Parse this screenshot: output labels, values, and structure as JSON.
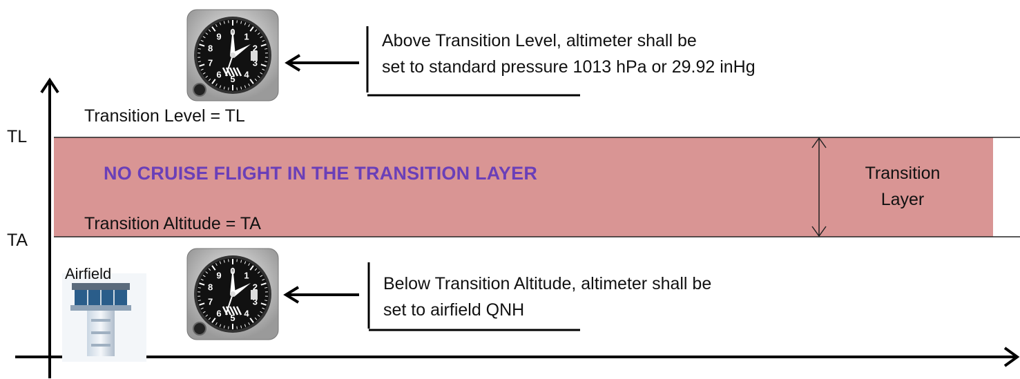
{
  "axis": {
    "tl_label": "TL",
    "ta_label": "TA"
  },
  "levels": {
    "transition_level": "Transition Level = TL",
    "transition_altitude": "Transition Altitude = TA"
  },
  "layer": {
    "banner": "NO CRUISE FLIGHT IN THE TRANSITION LAYER",
    "label_line1": "Transition",
    "label_line2": "Layer",
    "fill_color": "#d99594",
    "banner_color": "#6a3fb8"
  },
  "callouts": {
    "above_line1": "Above Transition Level, altimeter shall be",
    "above_line2": "set to standard pressure 1013 hPa or 29.92 inHg",
    "below_line1": "Below Transition Altitude, altimeter shall be",
    "below_line2": "set to airfield QNH"
  },
  "airfield": {
    "label": "Airfield",
    "icon": "control-tower-icon"
  },
  "gauges": {
    "icon": "altimeter-gauge-icon",
    "numbers": [
      "0",
      "1",
      "2",
      "3",
      "4",
      "5",
      "6",
      "7",
      "8",
      "9"
    ]
  }
}
